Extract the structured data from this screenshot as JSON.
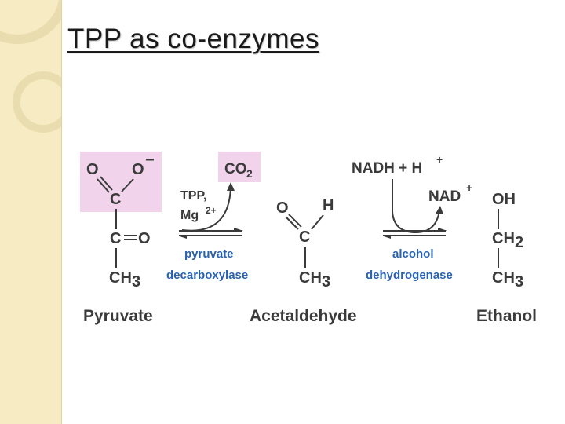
{
  "slide": {
    "title": "TPP as co-enzymes"
  },
  "diagram": {
    "pyruvate": {
      "atoms": {
        "o1": "O",
        "o2": "O",
        "charge": "−",
        "c1": "C",
        "c2": "C",
        "o3": "O",
        "ch3": "CH",
        "ch3_sub": "3"
      },
      "name": "Pyruvate"
    },
    "step1": {
      "cofactor_line1": "TPP,",
      "cofactor_line2": "Mg",
      "cofactor_charge": "2+",
      "product": "CO",
      "product_sub": "2",
      "enzyme_line1": "pyruvate",
      "enzyme_line2": "decarboxylase"
    },
    "acetaldehyde": {
      "atoms": {
        "o": "O",
        "h": "H",
        "c": "C",
        "ch3": "CH",
        "ch3_sub": "3"
      },
      "name": "Acetaldehyde"
    },
    "step2": {
      "reactant": "NADH + H",
      "reactant_charge": "+",
      "product": "NAD",
      "product_charge": "+",
      "enzyme_line1": "alcohol",
      "enzyme_line2": "dehydrogenase"
    },
    "ethanol": {
      "atoms": {
        "oh": "OH",
        "ch2": "CH",
        "ch2_sub": "2",
        "ch3": "CH",
        "ch3_sub": "3"
      },
      "name": "Ethanol"
    },
    "colors": {
      "highlight": "#f1d4ec",
      "enzyme_text": "#2a62b0",
      "atom_text": "#3a3a3a"
    }
  }
}
